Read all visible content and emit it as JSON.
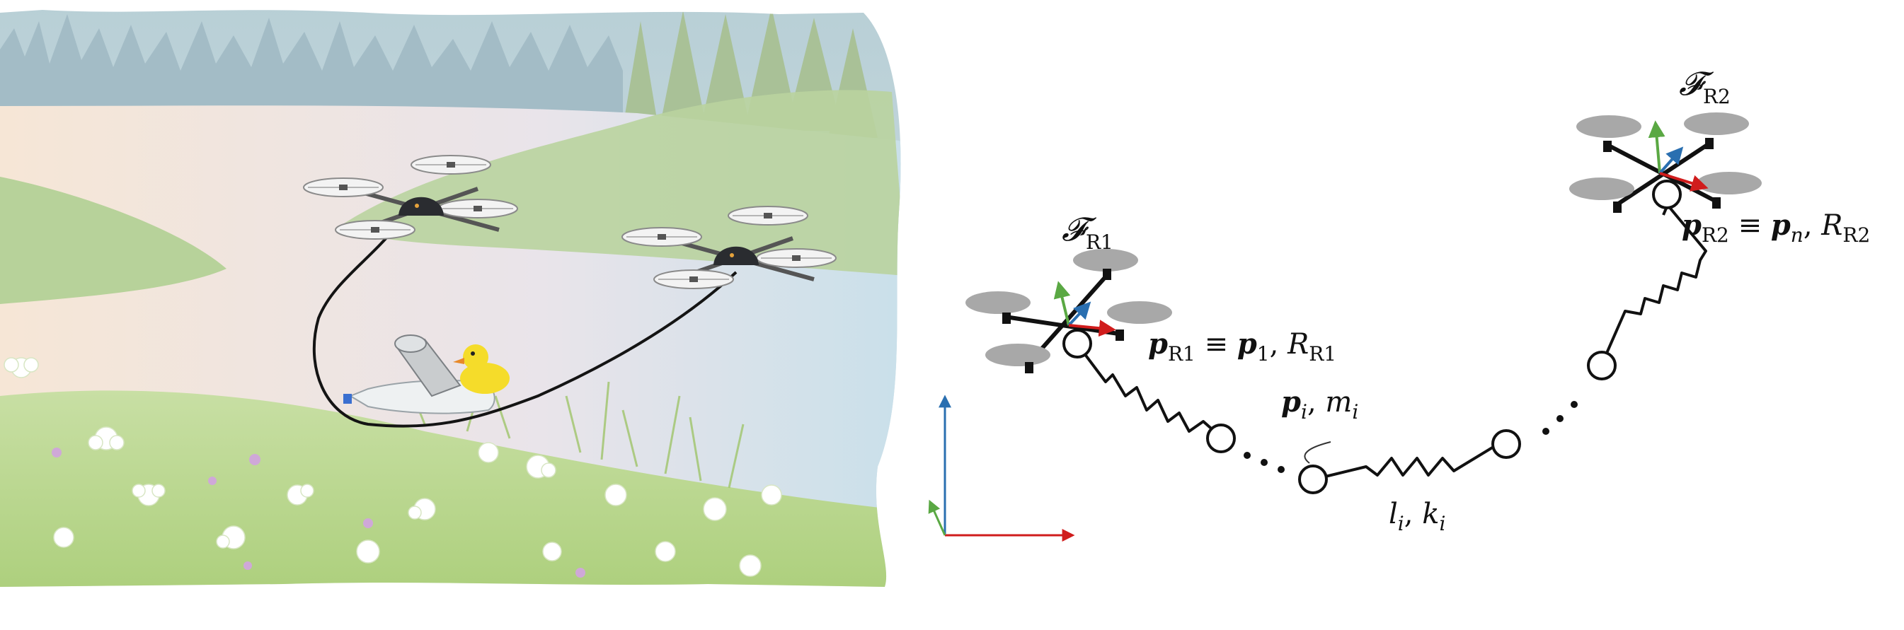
{
  "labels": {
    "frame_r1": {
      "main": "𝓕",
      "sub": "R1"
    },
    "frame_r2": {
      "main": "𝓕",
      "sub": "R2"
    },
    "pos_r1": {
      "p": "p",
      "p_sub": "R1",
      "equiv": " ≡ ",
      "p1": "p",
      "p1_sub": "1",
      "comma": ", ",
      "R": "R",
      "R_sub": "R1"
    },
    "pos_r2": {
      "p": "p",
      "p_sub": "R2",
      "equiv": " ≡ ",
      "pn": "p",
      "pn_sub": "n",
      "comma": ", ",
      "R": "R",
      "R_sub": "R2"
    },
    "node_i": {
      "p": "p",
      "p_sub": "i",
      "comma": ", ",
      "m": "m",
      "m_sub": "i"
    },
    "spring_i": {
      "l": "l",
      "l_sub": "i",
      "comma": ", ",
      "k": "k",
      "k_sub": "i"
    }
  },
  "colors": {
    "x_axis": "#d01c1c",
    "y_axis": "#2a6fb0",
    "z_axis": "#5aa843",
    "rotor": "#a8a8a8",
    "frame": "#111111"
  },
  "icons": [
    "quadrotor-icon",
    "rope",
    "bottle",
    "can",
    "rubber-duck-icon",
    "flower-icon",
    "tree-icon"
  ]
}
